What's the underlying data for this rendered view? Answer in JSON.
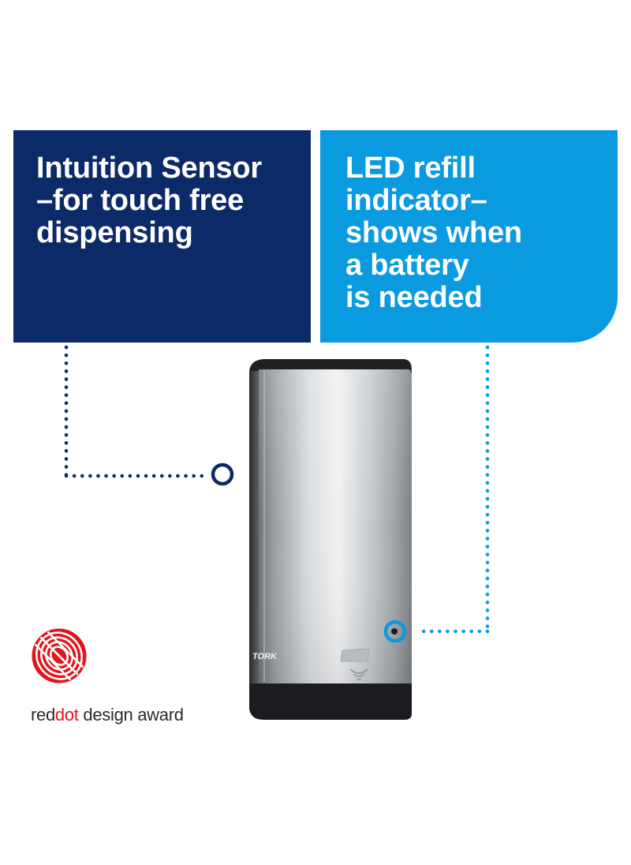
{
  "panels": {
    "sensor": {
      "lines": [
        "Intuition Sensor",
        "–for touch free",
        "dispensing"
      ],
      "color": "#0d2a68"
    },
    "led": {
      "lines": [
        "LED refill",
        "indicator–",
        "shows when",
        "a battery",
        "is needed"
      ],
      "color": "#0a9ae0"
    }
  },
  "product": {
    "brand_logo": "TORK",
    "sensor_icon": "sensor-wave-icon",
    "finish": "stainless-steel"
  },
  "award": {
    "logo_icon": "reddot-logo-icon",
    "text_prefix": "red",
    "text_highlight": "dot",
    "text_suffix": " design award",
    "accent_color": "#e3141b"
  }
}
